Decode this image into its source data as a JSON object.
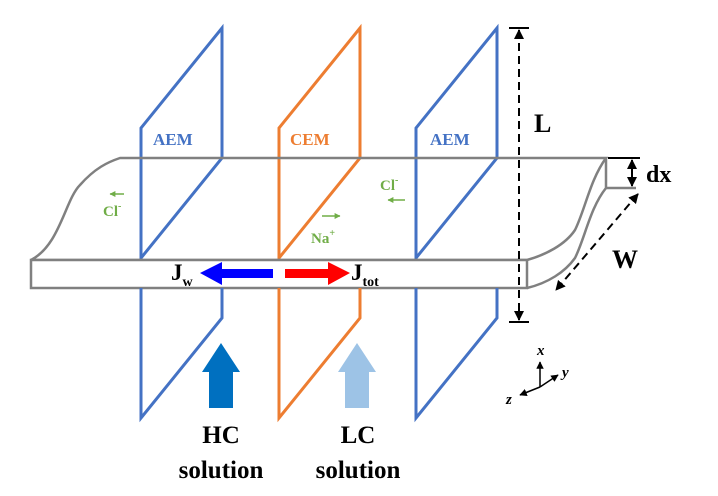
{
  "membranes": {
    "left_label": "AEM",
    "center_label": "CEM",
    "right_label": "AEM"
  },
  "ions": {
    "cl_left": "Cl",
    "cl_left_sup": "-",
    "cl_right": "Cl",
    "cl_right_sup": "-",
    "na": "Na",
    "na_sup": "+"
  },
  "fluxes": {
    "water": "J",
    "water_sub": "w",
    "total": "J",
    "total_sub": "tot"
  },
  "dimensions": {
    "length": "L",
    "thickness": "dx",
    "width": "W"
  },
  "solutions": {
    "hc_line1": "HC",
    "hc_line2": "solution",
    "lc_line1": "LC",
    "lc_line2": "solution"
  },
  "axes": {
    "x": "x",
    "y": "y",
    "z": "z"
  },
  "colors": {
    "aem": "#4472c4",
    "cem": "#ed7d31",
    "ion_text": "#70ad47",
    "hc_arrow": "#0070c0",
    "lc_arrow": "#9dc3e6",
    "jw_arrow": "#0000ff",
    "jtot_arrow": "#ff0000",
    "outline": "#808080"
  }
}
